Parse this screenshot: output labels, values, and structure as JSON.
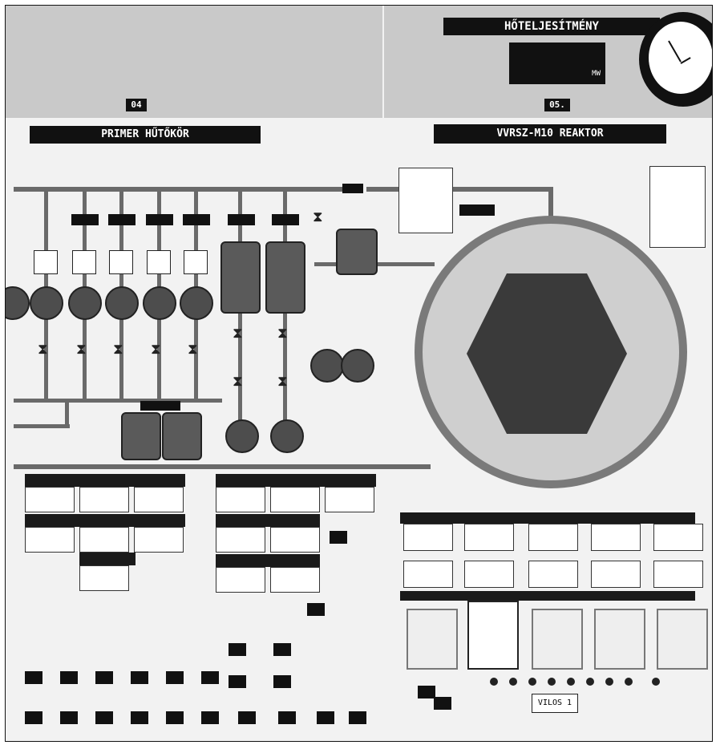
{
  "panel": {
    "title_power": "HŐTELJESÍTMÉNY",
    "power_unit": "MW",
    "section_04": "04",
    "section_05": "05.",
    "primary_title": "PRIMER HŰTŐKÖR",
    "reactor_title": "VVRSZ-M10 REAKTOR",
    "placard_text": "VILOS 1"
  },
  "colors": {
    "panel_grey": "#c9c9c9",
    "label_black": "#111111",
    "pipe_grey": "#6a6a6a",
    "core_dark": "#3a3a3a"
  },
  "icons": [
    "clock-icon",
    "pump-icon",
    "valve-icon",
    "gauge-icon",
    "meter-icon",
    "recorder-icon",
    "switch-icon",
    "knob-icon"
  ]
}
